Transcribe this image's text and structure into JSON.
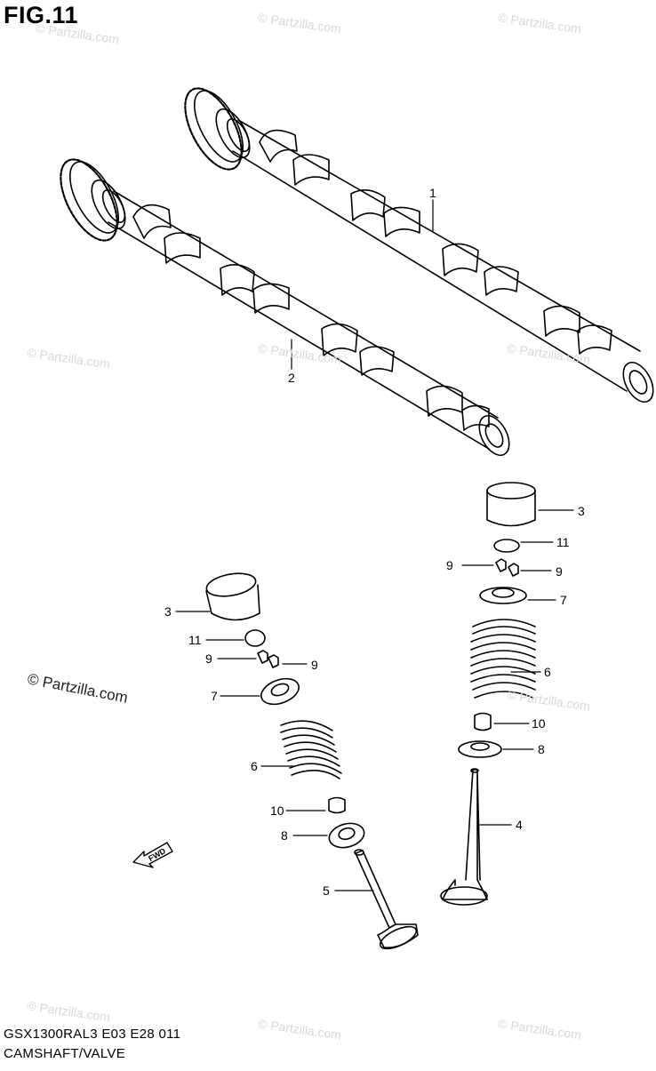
{
  "title": "FIG.11",
  "footer": {
    "code": "GSX1300RAL3  E03  E28  011",
    "name": "CAMSHAFT/VALVE"
  },
  "watermark": "© Partzilla.com",
  "fwd_label": "FWD",
  "callouts": {
    "camshaft_1": "1",
    "camshaft_2": "2",
    "right_tappet": "3",
    "right_shim": "11",
    "right_cotter_left": "9",
    "right_cotter_right": "9",
    "right_retainer": "7",
    "right_spring": "6",
    "right_seal": "10",
    "right_seat": "8",
    "right_valve": "4",
    "left_tappet": "3",
    "left_shim": "11",
    "left_cotter_left": "9",
    "left_cotter_right": "9",
    "left_retainer": "7",
    "left_spring": "6",
    "left_seal": "10",
    "left_seat": "8",
    "left_valve": "5"
  }
}
